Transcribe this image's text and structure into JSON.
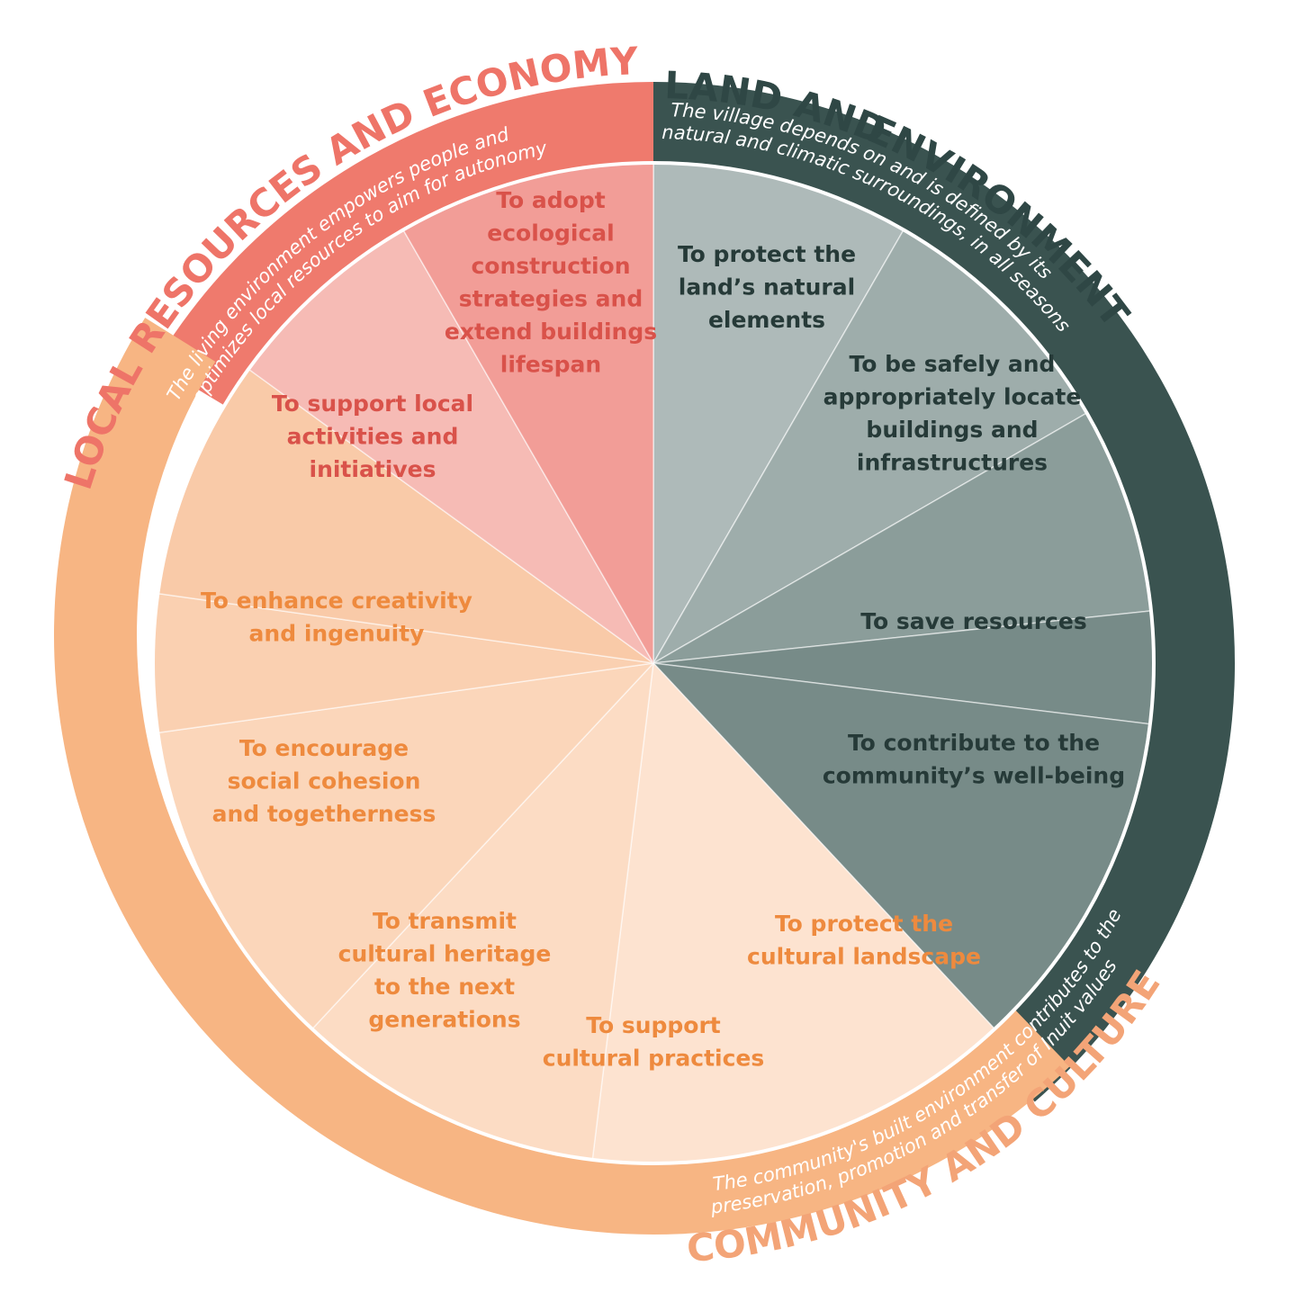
{
  "colors": {
    "land_ring": "#3a5350",
    "econ_ring": "#ef7a6d",
    "comm_ring": "#f7b583",
    "land_text": "#2f4745",
    "econ_text": "#ee7468",
    "comm_text": "#f3a477",
    "econ_seg_text": "#d9524a",
    "comm_seg_text": "#ee8a3e",
    "land_seg_text": "#263a38"
  },
  "categories": {
    "land": {
      "title_a": "LAND AND",
      "title_b": "ENVIRONMENT",
      "desc_line1": "The village depends on and is defined by its",
      "desc_line2": "natural and climatic surroundings, in all seasons"
    },
    "economy": {
      "title": "LOCAL RESOURCES AND ECONOMY",
      "desc_line1": "The living environment empowers people and",
      "desc_line2": "optimizes local resources to aim for autonomy"
    },
    "community": {
      "title": "COMMUNITY AND CULTURE",
      "desc_line1": "The community's built environment contributes to the",
      "desc_line2": "preservation, promotion and transfer of Inuit values"
    }
  },
  "segments": [
    {
      "group": "land",
      "fill": "#aebab9",
      "lines": [
        "To protect the",
        "land’s natural",
        "elements"
      ]
    },
    {
      "group": "land",
      "fill": "#9eadab",
      "lines": [
        "To be safely and",
        "appropriately locate",
        "buildings and",
        "infrastructures"
      ]
    },
    {
      "group": "land",
      "fill": "#8b9d9a",
      "lines": [
        "To save resources"
      ]
    },
    {
      "group": "land",
      "fill": "#778b88",
      "lines": [
        "To contribute to the",
        "community’s well-being"
      ]
    },
    {
      "group": "community",
      "fill": "#fde3d0",
      "lines": [
        "To protect the",
        "cultural landscape"
      ]
    },
    {
      "group": "community",
      "fill": "#fcdcc4",
      "lines": [
        "To support",
        "cultural practices"
      ]
    },
    {
      "group": "community",
      "fill": "#fbd6ba",
      "lines": [
        "To transmit",
        "cultural heritage",
        "to the next",
        "generations"
      ]
    },
    {
      "group": "community",
      "fill": "#fad0b1",
      "lines": [
        "To encourage",
        "social cohesion",
        "and togetherness"
      ]
    },
    {
      "group": "community",
      "fill": "#f9caa8",
      "lines": [
        "To enhance creativity",
        "and ingenuity"
      ]
    },
    {
      "group": "economy",
      "fill": "#f6bbb5",
      "lines": [
        "To support local",
        "activities and",
        "initiatives"
      ]
    },
    {
      "group": "economy",
      "fill": "#f29d97",
      "lines": [
        "To adopt",
        "ecological",
        "construction",
        "strategies and",
        "extend buildings",
        "lifespan"
      ]
    }
  ]
}
